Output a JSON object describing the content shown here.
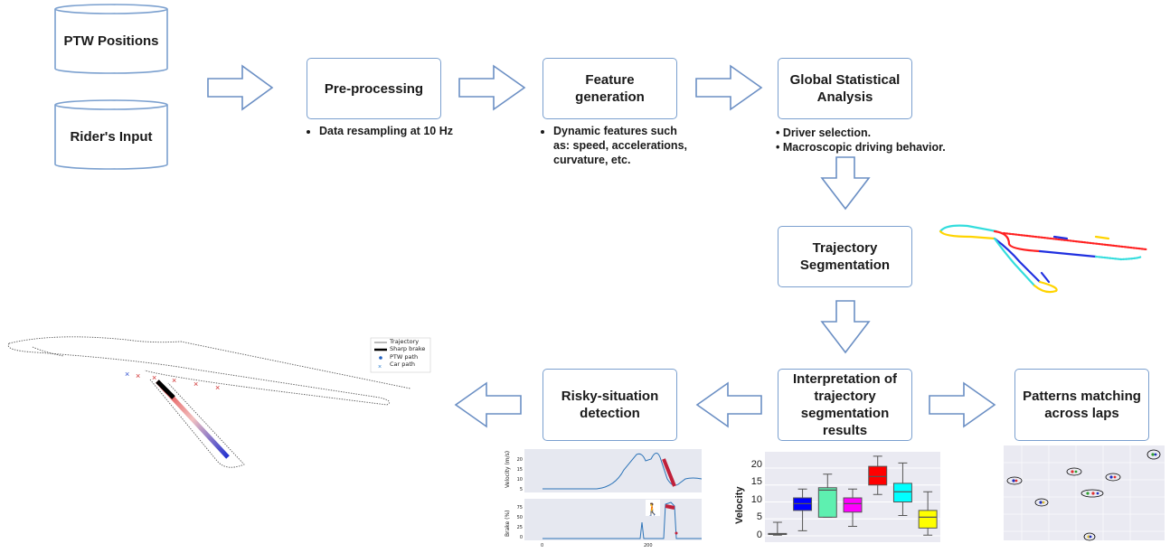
{
  "inputs": {
    "ptw_positions": "PTW Positions",
    "riders_input": "Rider's Input"
  },
  "steps": {
    "preprocessing": "Pre-processing",
    "feature_line1": "Feature",
    "feature_line2": "generation",
    "global_line1": "Global Statistical",
    "global_line2": "Analysis",
    "traj_line1": "Trajectory",
    "traj_line2": "Segmentation",
    "interp_line1": "Interpretation of",
    "interp_line2": "trajectory",
    "interp_line3": "segmentation",
    "interp_line4": "results",
    "risky_line1": "Risky-situation",
    "risky_line2": "detection",
    "patterns_line1": "Patterns matching",
    "patterns_line2": "across laps"
  },
  "notes": {
    "preprocessing": "Data resampling at 10 Hz",
    "feature_1": "Dynamic features such",
    "feature_2": "as: speed, accelerations,",
    "feature_3": "curvature, etc.",
    "global_1": "• Driver selection.",
    "global_2": "• Macroscopic driving behavior."
  },
  "risky_legend": {
    "trajectory": "Trajectory",
    "sharp_brake": "Sharp brake",
    "ptw_path": "PTW path",
    "car_path": "Car path"
  },
  "mini_charts": {
    "velocity_ylabel": "Velocity (m/s)",
    "brake_ylabel": "Brake (%)",
    "vel_ticks": [
      "20",
      "15",
      "10",
      "5"
    ],
    "brake_ticks": [
      "75",
      "50",
      "25",
      "0"
    ],
    "x_ticks": [
      "0",
      "200"
    ]
  },
  "colors": {
    "box_border": "#7ba0cf",
    "arrow": "#6b8fc4"
  },
  "chart_data": {
    "type": "box",
    "ylabel": "Velocity",
    "y_ticks": [
      "20",
      "15",
      "10",
      "5",
      "0"
    ],
    "ylim": [
      0,
      24
    ],
    "series": [
      {
        "color": "#333333",
        "whislo": 0.2,
        "q1": 0.4,
        "median": 0.5,
        "q3": 0.7,
        "whishi": 4.0
      },
      {
        "color": "#0000ff",
        "whislo": 1.5,
        "q1": 7.5,
        "median": 9.5,
        "q3": 11.2,
        "whishi": 13.8
      },
      {
        "color": "#5ef0b0",
        "whislo": 5.5,
        "q1": 5.5,
        "median": 13.5,
        "q3": 14.2,
        "whishi": 18.2
      },
      {
        "color": "#ff00ff",
        "whislo": 2.8,
        "q1": 7.0,
        "median": 9.5,
        "q3": 11.2,
        "whishi": 13.8
      },
      {
        "color": "#ff0000",
        "whislo": 12.2,
        "q1": 15.0,
        "median": 17.5,
        "q3": 20.5,
        "whishi": 23.5
      },
      {
        "color": "#00ffff",
        "whislo": 6.0,
        "q1": 10.0,
        "median": 13.0,
        "q3": 15.5,
        "whishi": 21.5
      },
      {
        "color": "#ffff00",
        "whislo": 0.2,
        "q1": 2.3,
        "median": 5.5,
        "q3": 7.5,
        "whishi": 13.0
      }
    ]
  }
}
